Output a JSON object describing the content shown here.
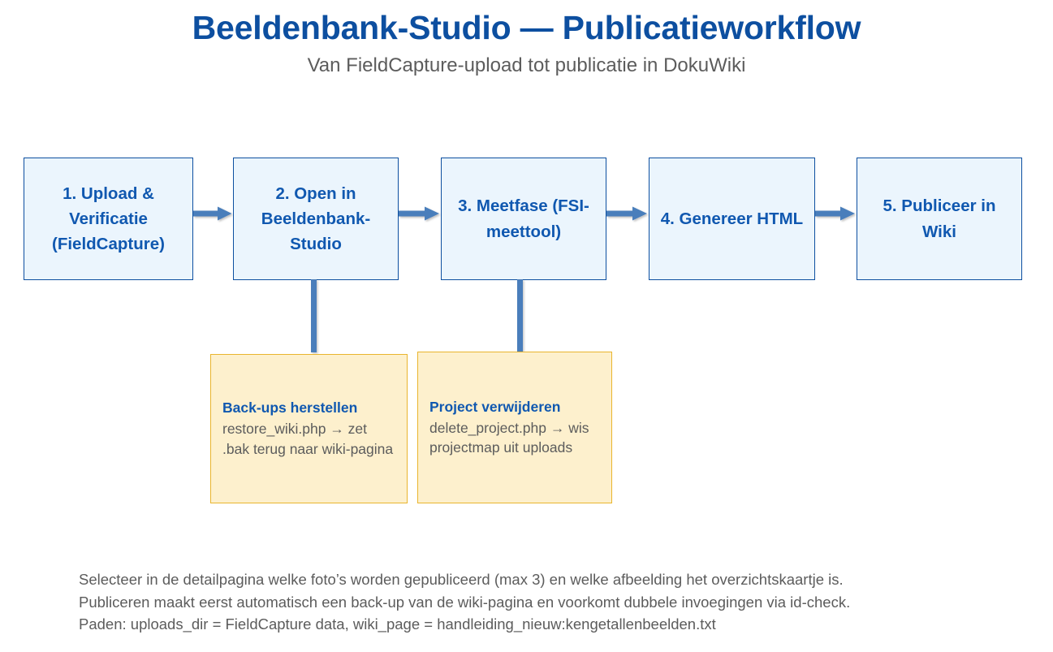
{
  "header": {
    "title": "Beeldenbank-Studio — Publicatieworkflow",
    "subtitle": "Van FieldCapture-upload tot publicatie in DokuWiki",
    "title_color": "#0d4fa0",
    "subtitle_color": "#5c5c5c"
  },
  "flow": {
    "box_fill": "#ebf5fd",
    "box_border": "#0d4fa0",
    "box_text_color": "#1058b0",
    "arrow_color": "#4a7ebb",
    "steps": [
      {
        "label": "1. Upload & Verificatie (FieldCapture)"
      },
      {
        "label": "2. Open in Beeldenbank-Studio"
      },
      {
        "label": "3. Meetfase (FSI-meettool)"
      },
      {
        "label": "4. Genereer HTML"
      },
      {
        "label": "5. Publiceer in Wiki"
      }
    ]
  },
  "notes": {
    "fill": "#fdf0cd",
    "border": "#e9b52e",
    "title_color": "#1058b0",
    "body_color": "#5c5c5c",
    "items": [
      {
        "title": "Back-ups herstellen",
        "body": "restore_wiki.php → zet .bak terug naar wiki-pagina"
      },
      {
        "title": "Project verwijderen",
        "body": "delete_project.php → wis projectmap uit uploads"
      }
    ]
  },
  "footer": {
    "lines": [
      "Selecteer in de detailpagina welke foto’s worden gepubliceerd (max 3) en welke afbeelding het overzichtskaartje is.",
      "Publiceren maakt eerst automatisch een back-up van de wiki-pagina en voorkomt dubbele invoegingen via id-check.",
      "Paden: uploads_dir = FieldCapture data, wiki_page = handleiding_nieuw:kengetallenbeelden.txt"
    ]
  }
}
